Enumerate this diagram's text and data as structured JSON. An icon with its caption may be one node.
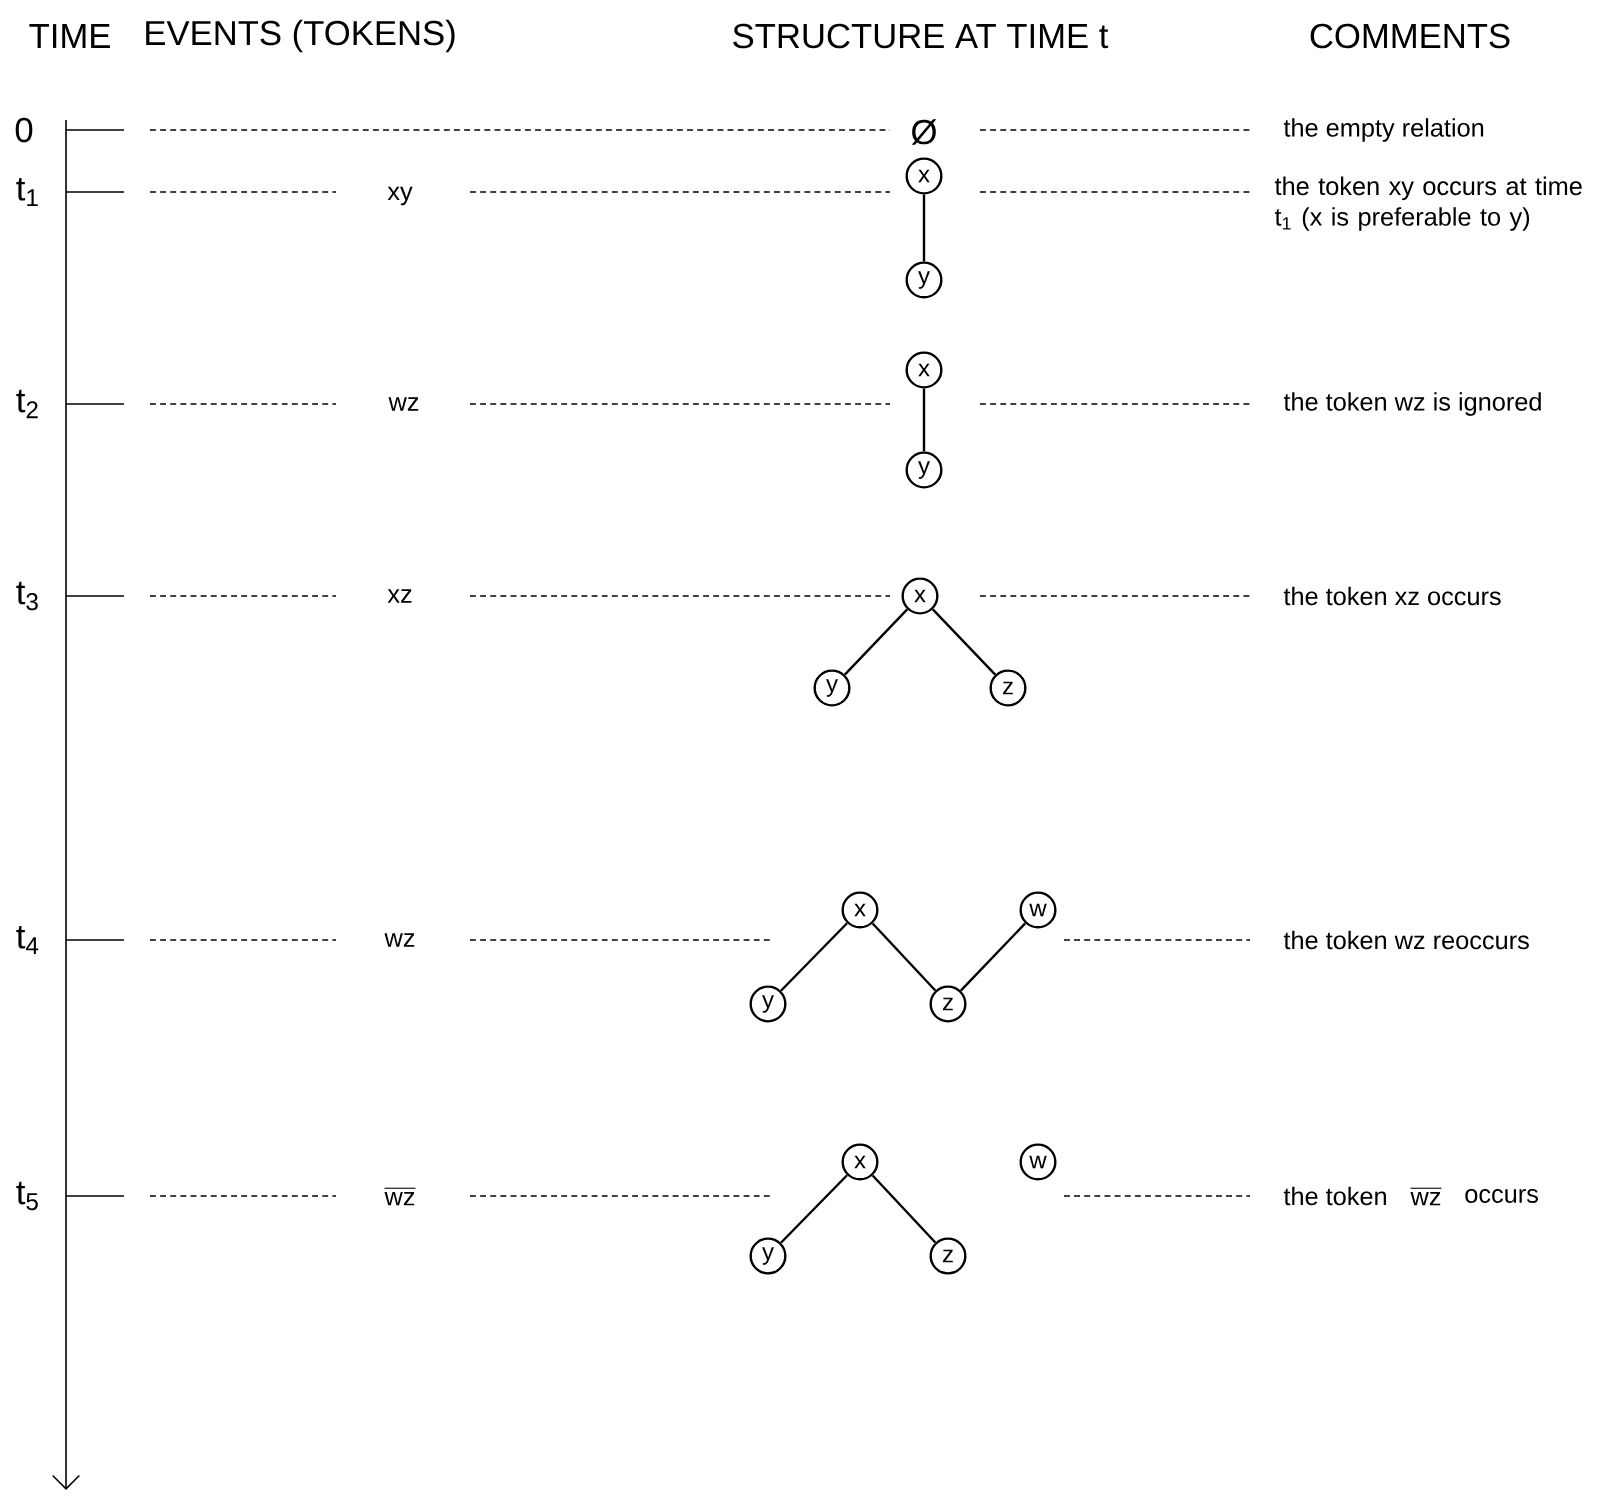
{
  "diagram": {
    "nodes": [
      {
        "text": [
          "x"
        ]
      },
      {
        "text": [
          "y"
        ]
      },
      {
        "text": [
          "x"
        ]
      },
      {
        "text": [
          "y"
        ]
      },
      {
        "text": [
          "x"
        ]
      },
      {
        "text": [
          "y"
        ]
      },
      {
        "text": [
          "z"
        ]
      },
      {
        "text": [
          "x"
        ]
      },
      {
        "text": [
          "w"
        ]
      },
      {
        "text": [
          "y"
        ]
      },
      {
        "text": [
          "z"
        ]
      },
      {
        "text": [
          "x"
        ]
      },
      {
        "text": [
          "w"
        ]
      },
      {
        "text": [
          "y"
        ]
      },
      {
        "text": [
          "z"
        ]
      }
    ],
    "edges": [
      {
        "from": 0,
        "to": 1,
        "arrow": "none"
      },
      {
        "from": 2,
        "to": 3,
        "arrow": "none"
      },
      {
        "from": 4,
        "to": 5,
        "arrow": "none"
      },
      {
        "from": 4,
        "to": 6,
        "arrow": "none"
      },
      {
        "from": 7,
        "to": 9,
        "arrow": "none"
      },
      {
        "from": 7,
        "to": 10,
        "arrow": "none"
      },
      {
        "from": 8,
        "to": 10,
        "arrow": "none"
      },
      {
        "from": 11,
        "to": 13,
        "arrow": "none"
      },
      {
        "from": 11,
        "to": 14,
        "arrow": "none"
      }
    ],
    "labels": [
      "TIME",
      "EVENTS (TOKENS)",
      "STRUCTURE AT TIME t",
      "COMMENTS",
      "0",
      "Ø",
      "the empty relation",
      "t$_{1}$",
      "xy",
      "the token xy occurs at time t$_{1}$ (x is preferable to y)",
      "t$_{2}$",
      "wz",
      "the token wz is ignored",
      "t$_{3}$",
      "xz",
      "the token xz occurs",
      "t$_{4}$",
      "wz",
      "the token wz reoccurs",
      "t$_{5}$",
      "wz",
      "the token",
      "wz",
      "occurs"
    ]
  }
}
